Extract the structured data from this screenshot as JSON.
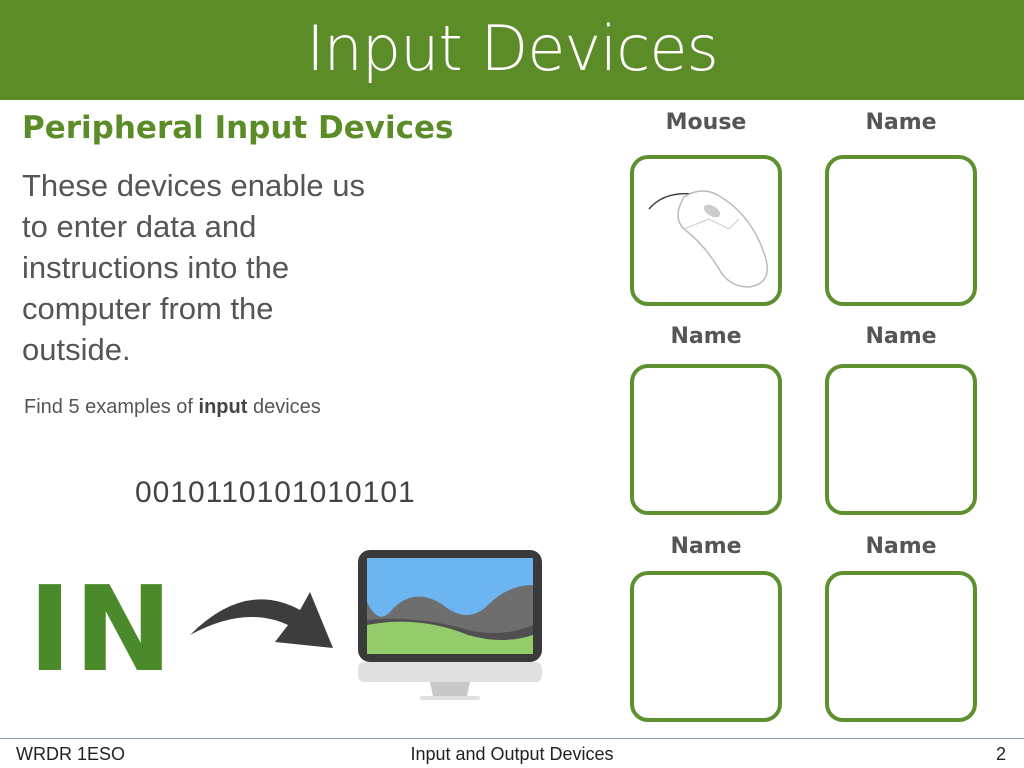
{
  "header": {
    "title": "Input Devices"
  },
  "left": {
    "subtitle": "Peripheral Input Devices",
    "body": "These devices enable us to enter data and instructions into the computer from the outside.",
    "find_prefix": "Find 5 examples of ",
    "find_bold": "input",
    "find_suffix": " devices",
    "binary": "0010110101010101",
    "in_label": "IN"
  },
  "grid": {
    "labels": [
      "Mouse",
      "Name",
      "Name",
      "Name",
      "Name",
      "Name"
    ]
  },
  "footer": {
    "left": "WRDR 1ESO",
    "center": "Input and Output Devices",
    "page": "2"
  },
  "colors": {
    "green": "#5b8c28",
    "text": "#555555"
  }
}
